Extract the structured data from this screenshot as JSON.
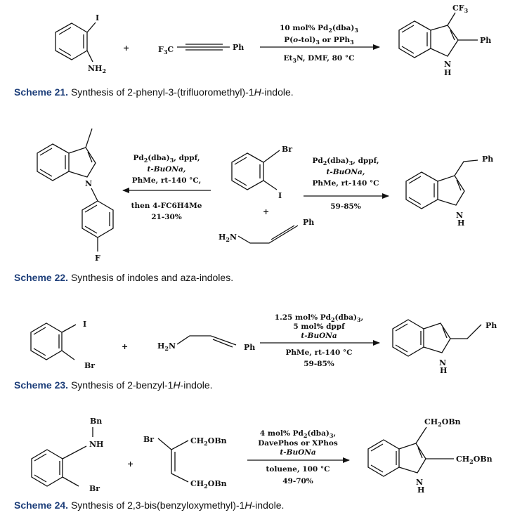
{
  "schemes": [
    {
      "number": "Scheme 21.",
      "caption": "Synthesis of 2-phenyl-3-(trifluoromethyl)-1H-indole.",
      "atoms": {
        "i": "I",
        "nh2": "NH2",
        "f3c": "F3C",
        "ph": "Ph",
        "plus": "+",
        "cf3": "CF3",
        "prod_ph": "Ph",
        "n": "N",
        "h": "H"
      },
      "conditions": [
        "10 mol% Pd2(dba)3",
        "P(o-tol)3 or PPh3",
        "Et3N, DMF, 80 °C"
      ]
    },
    {
      "number": "Scheme 22.",
      "caption": "Synthesis of indoles and aza-indoles.",
      "atoms": {
        "br": "Br",
        "i": "I",
        "h2n": "H2N",
        "ph": "Ph",
        "plus": "+",
        "left_n": "N",
        "f": "F",
        "right_ph": "Ph",
        "right_n": "N",
        "right_h": "H"
      },
      "conditions_left": [
        "Pd2(dba)3, dppf,",
        "t-BuONa,",
        "PhMe, rt-140 °C,",
        "then 4-FC6H4Me",
        "21-30%"
      ],
      "conditions_right": [
        "Pd2(dba)3, dppf,",
        "t-BuONa,",
        "PhMe, rt-140 °C",
        "59-85%"
      ]
    },
    {
      "number": "Scheme 23.",
      "caption": "Synthesis of 2-benzyl-1H-indole.",
      "atoms": {
        "i": "I",
        "br": "Br",
        "plus": "+",
        "h2n": "H2N",
        "ph": "Ph",
        "prod_ph": "Ph",
        "n": "N",
        "h": "H"
      },
      "conditions": [
        "1.25 mol% Pd2(dba)3,",
        "5 mol% dppf",
        "t-BuONa",
        "PhMe, rt-140 °C",
        "59-85%"
      ]
    },
    {
      "number": "Scheme 24.",
      "caption": "Synthesis of 2,3-bis(benzyloxymethyl)-1H-indole.",
      "atoms": {
        "bn": "Bn",
        "nh": "NH",
        "br": "Br",
        "plus": "+",
        "br2": "Br",
        "ch2obn1": "CH2OBn",
        "ch2obn2": "CH2OBn",
        "prod_ch2obn1": "CH2OBn",
        "prod_ch2obn2": "CH2OBn",
        "n": "N",
        "h": "H"
      },
      "conditions": [
        "4 mol% Pd2(dba)3,",
        "DavePhos or XPhos",
        "t-BuONa",
        "toluene, 100 °C",
        "49-70%"
      ]
    }
  ]
}
